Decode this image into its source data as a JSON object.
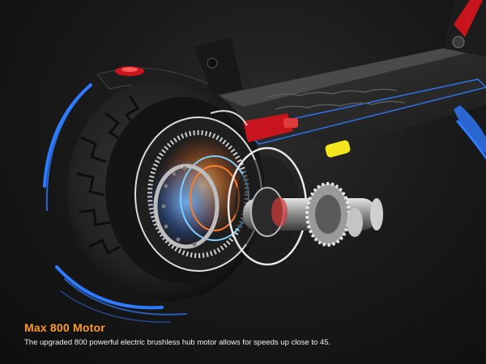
{
  "caption": {
    "title": "Max 800 Motor",
    "body": "The upgraded 800 powerful electric brushless hub motor allows for speeds up close to 45."
  },
  "colors": {
    "background": "#121212",
    "accent_orange": "#ff9a1f",
    "motion_blue": "#2f7bff",
    "caliper_red": "#c8141c",
    "reflector_yellow": "#f4e51c"
  },
  "icons": [
    "electric-scooter-illustration",
    "hub-motor-exploded-view"
  ]
}
